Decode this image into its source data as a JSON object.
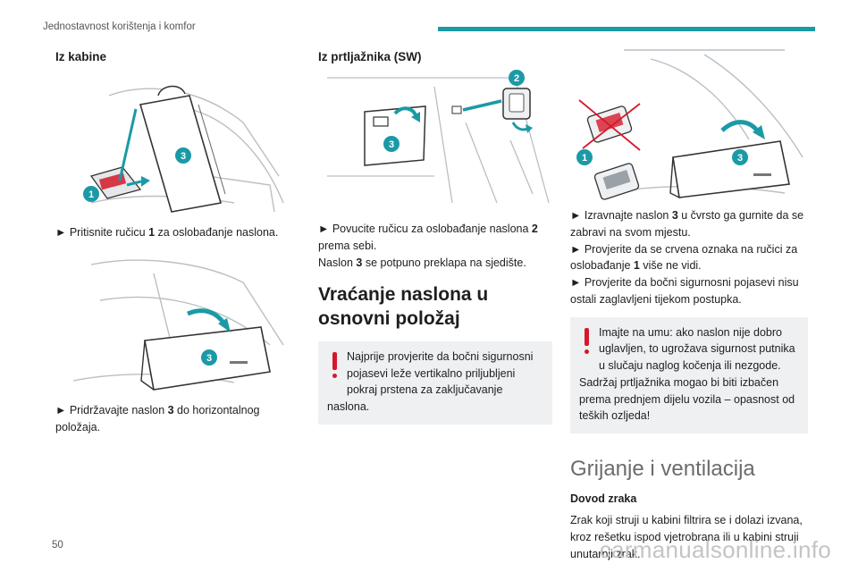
{
  "header": {
    "title": "Jednostavnost korištenja i komfor"
  },
  "page_number": "50",
  "watermark": "carmanualsonline.info",
  "col1": {
    "heading": "Iz kabine",
    "step1_pre": "► Pritisnite ručicu ",
    "step1_num": "1",
    "step1_post": " za oslobađanje naslona.",
    "step2_pre": "► Pridržavajte naslon ",
    "step2_num": "3",
    "step2_post": " do horizontalnog položaja."
  },
  "col2": {
    "heading": "Iz prtljažnika (SW)",
    "step_pre": "► Povucite ručicu za oslobađanje naslona ",
    "step_num": "2",
    "step_post": " prema sebi.",
    "note_pre": "Naslon ",
    "note_num": "3",
    "note_post": " se potpuno preklapa na sjedište.",
    "section_heading": "Vraćanje naslona u osnovni položaj",
    "warning": "Najprije provjerite da bočni sigurnosni pojasevi leže vertikalno priljubljeni pokraj prstena za zaključavanje naslona."
  },
  "col3": {
    "step1_pre": "► Izravnajte naslon ",
    "step1_num": "3",
    "step1_post": " u čvrsto ga gurnite da se zabravi na svom mjestu.",
    "step2_pre": "► Provjerite da se crvena oznaka na ručici za oslobađanje ",
    "step2_num": "1",
    "step2_post": " više ne vidi.",
    "step3": "► Provjerite da bočni sigurnosni pojasevi nisu ostali zaglavljeni tijekom postupka.",
    "warning": "Imajte na umu: ako naslon nije dobro uglavljen, to ugrožava sigurnost putnika u slučaju naglog kočenja ili nezgode. Sadržaj prtljažnika mogao bi biti izbačen prema prednjem dijelu vozila – opasnost od teških ozljeda!",
    "section_heading": "Grijanje i ventilacija",
    "sub_heading": "Dovod zraka",
    "paragraph": "Zrak koji struji u kabini filtrira se i dolazi izvana, kroz rešetku ispod vjetrobrana ili u kabini struji unutarnji zrak."
  },
  "callouts": {
    "one": "1",
    "two": "2",
    "three": "3"
  },
  "colors": {
    "accent": "#1b9aa6",
    "warning_red": "#d4192b",
    "callout_teal": "#1b9aa6",
    "warning_bg": "#eef0f2"
  }
}
